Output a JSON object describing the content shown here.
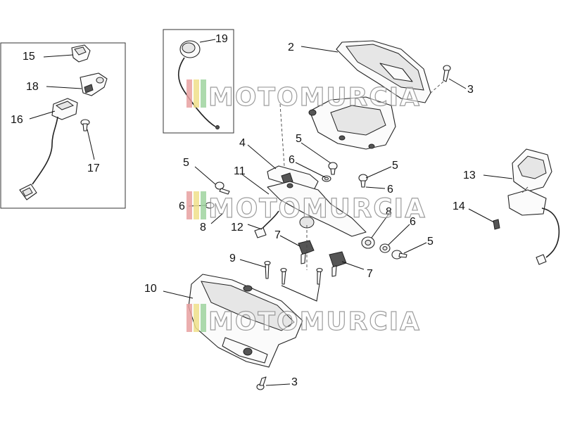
{
  "callouts": {
    "c2": "2",
    "c3a": "3",
    "c3b": "3",
    "c4": "4",
    "c5a": "5",
    "c5b": "5",
    "c5c": "5",
    "c5d": "5",
    "c6a": "6",
    "c6b": "6",
    "c6c": "6",
    "c6d": "6",
    "c7a": "7",
    "c7b": "7",
    "c8a": "8",
    "c8b": "8",
    "c9": "9",
    "c10": "10",
    "c11": "11",
    "c12": "12",
    "c13": "13",
    "c14": "14",
    "c15": "15",
    "c16": "16",
    "c17": "17",
    "c18": "18",
    "c19": "19"
  },
  "watermark": {
    "text": "MOTOMURCIA",
    "colors": [
      "#e8a0a0",
      "#f0e08a",
      "#9fd49f"
    ]
  }
}
